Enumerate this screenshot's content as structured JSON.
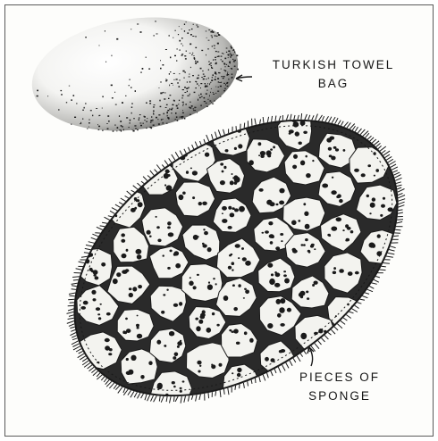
{
  "figure": {
    "labels": {
      "turkish_towel_bag": [
        "TURKISH TOWEL",
        "BAG"
      ],
      "pieces_of_sponge": [
        "PIECES OF",
        "SPONGE"
      ]
    },
    "colors": {
      "ink": "#1a1a1a",
      "paper": "#fdfdfb",
      "sponge": "#f3f3ef",
      "frame": "#5a5a5a"
    }
  }
}
